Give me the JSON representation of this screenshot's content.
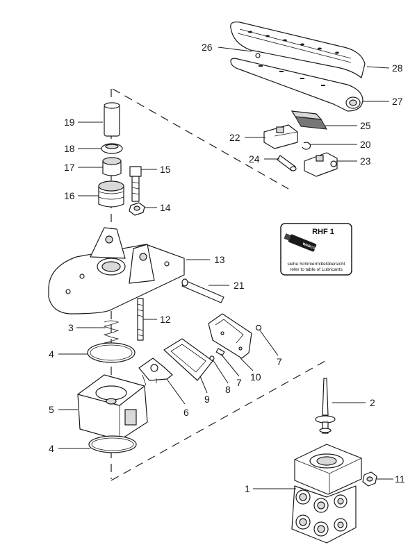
{
  "callouts": {
    "p1": "1",
    "p2": "2",
    "p3": "3",
    "p4a": "4",
    "p4b": "4",
    "p5": "5",
    "p6": "6",
    "p7a": "7",
    "p7b": "7",
    "p8": "8",
    "p9": "9",
    "p10": "10",
    "p11": "11",
    "p12": "12",
    "p13": "13",
    "p14": "14",
    "p15": "15",
    "p16": "16",
    "p17": "17",
    "p18": "18",
    "p19": "19",
    "p20": "20",
    "p21": "21",
    "p22": "22",
    "p23": "23",
    "p24": "24",
    "p25": "25",
    "p26": "26",
    "p27": "27",
    "p28": "28"
  },
  "lubricant_badge": {
    "title": "RHF 1",
    "brand": "WABCO",
    "line1": "siehe Schmiermittelübersicht",
    "line2": "refer to table of Lubricants"
  }
}
